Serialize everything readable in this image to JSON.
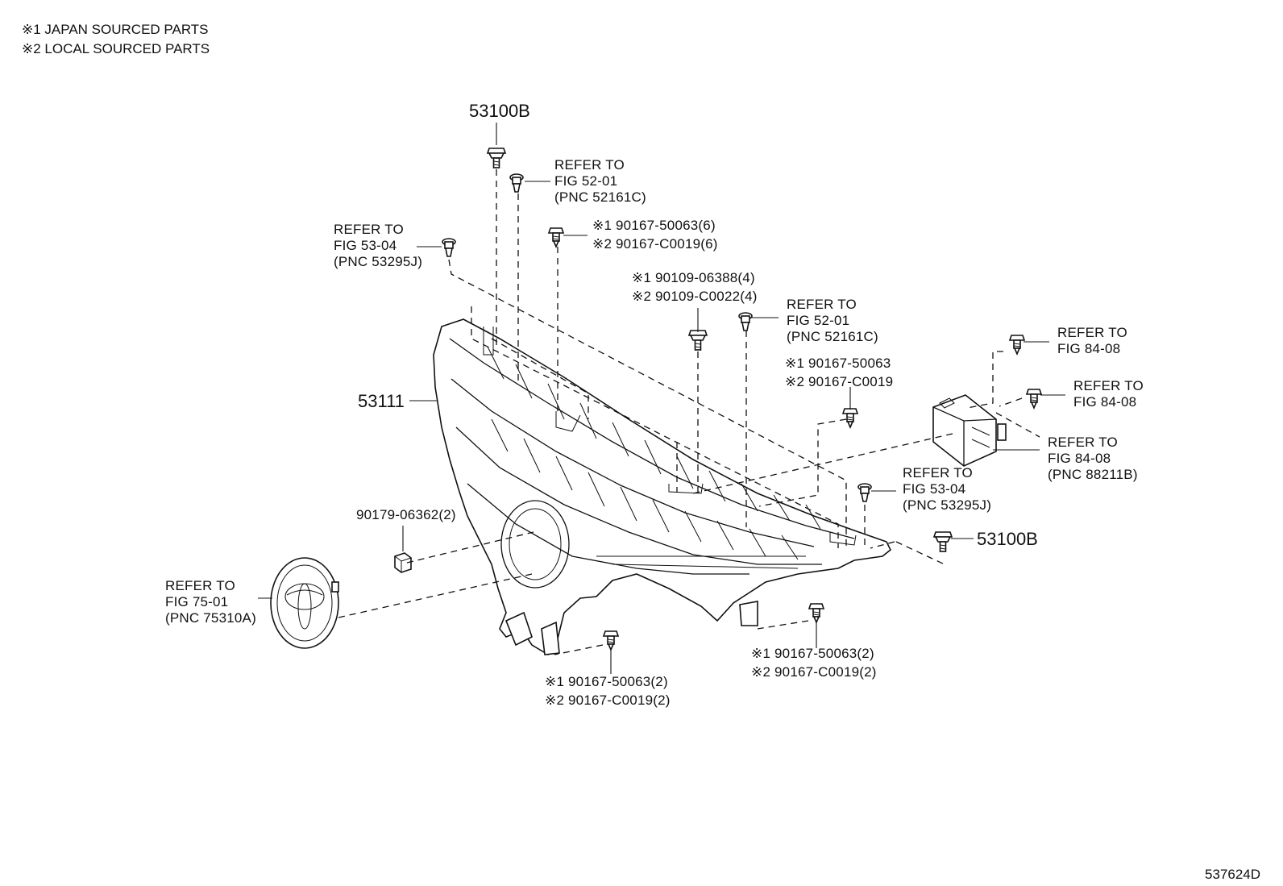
{
  "legend": {
    "line1": "※1 JAPAN SOURCED PARTS",
    "line2": "※2 LOCAL SOURCED PARTS"
  },
  "footer": {
    "figure_id": "537624D"
  },
  "callouts": {
    "top_53100b": {
      "part": "53100B"
    },
    "right_53100b": {
      "part": "53100B"
    },
    "grille_53111": {
      "part": "53111"
    },
    "nut_90179": {
      "part": "90179-06362(2)"
    },
    "ref_top_52": {
      "line1": "REFER TO",
      "line2": "FIG 52-01",
      "line3": "(PNC 52161C)"
    },
    "ref_left_53": {
      "line1": "REFER TO",
      "line2": "FIG 53-04",
      "line3": "(PNC 53295J)"
    },
    "screw_top": {
      "line1": "※1 90167-50063(6)",
      "line2": "※2 90167-C0019(6)"
    },
    "bolt_center": {
      "line1": "※1 90109-06388(4)",
      "line2": "※2 90109-C0022(4)"
    },
    "ref_center_52": {
      "line1": "REFER TO",
      "line2": "FIG 52-01",
      "line3": "(PNC 52161C)"
    },
    "screw_mid": {
      "line1": "※1 90167-50063",
      "line2": "※2 90167-C0019"
    },
    "ref_right_84a": {
      "line1": "REFER TO",
      "line2": "FIG 84-08"
    },
    "ref_right_84b": {
      "line1": "REFER TO",
      "line2": "FIG 84-08"
    },
    "ref_right_84c": {
      "line1": "REFER TO",
      "line2": "FIG 84-08",
      "line3": "(PNC 88211B)"
    },
    "ref_right_53": {
      "line1": "REFER TO",
      "line2": "FIG 53-04",
      "line3": "(PNC 53295J)"
    },
    "ref_emblem_75": {
      "line1": "REFER TO",
      "line2": "FIG 75-01",
      "line3": "(PNC 75310A)"
    },
    "screw_bottom_left": {
      "line1": "※1 90167-50063(2)",
      "line2": "※2 90167-C0019(2)"
    },
    "screw_bottom_right": {
      "line1": "※1 90167-50063(2)",
      "line2": "※2 90167-C0019(2)"
    }
  }
}
